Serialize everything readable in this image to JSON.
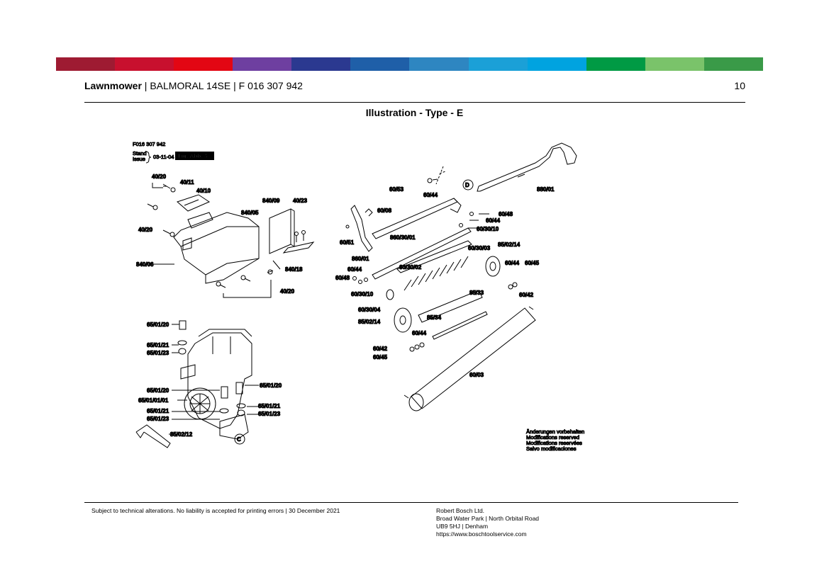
{
  "header": {
    "product": "Lawnmower",
    "model": "BALMORAL 14SE",
    "part_number": "F 016 307 942",
    "separator": " | ",
    "page": "10"
  },
  "subtitle": "Illustration - Type - E",
  "color_bar": [
    "#9e1b32",
    "#c8102e",
    "#e30613",
    "#6e3fa0",
    "#2b3990",
    "#1f5fa8",
    "#2e86c1",
    "#1ba0d7",
    "#00a3e0",
    "#009a44",
    "#7ac36a",
    "#3a9a48"
  ],
  "drawing": {
    "doc_number": "F016 307 942",
    "stand_label": "Stand",
    "issue_label": "Issue",
    "issue_date": "03-11-04",
    "fig_label": "Fig./Abb. 3",
    "callout_c": "C",
    "callout_d": "D",
    "labels": {
      "l_40_20_a": "40/20",
      "l_40_11": "40/11",
      "l_40_10": "40/10",
      "l_840_09": "840/09",
      "l_40_23": "40/23",
      "l_840_05": "840/05",
      "l_40_20_b": "40/20",
      "l_840_06": "840/06",
      "l_840_18": "840/18",
      "l_40_20_c": "40/20",
      "l_65_01_20_a": "65/01/20",
      "l_65_01_21_a": "65/01/21",
      "l_65_01_23_a": "65/01/23",
      "l_65_01_20_b": "65/01/20",
      "l_65_01_20_c": "65/01/20",
      "l_65_01_01_01": "65/01/01/01",
      "l_65_01_21_b": "65/01/21",
      "l_65_01_23_b": "65/01/23",
      "l_65_01_21_c": "65/01/21",
      "l_65_01_23_c": "65/01/23",
      "l_85_02_12": "85/02/12",
      "l_60_53": "60/53",
      "l_60_44_a": "60/44",
      "l_880_01": "880/01",
      "l_60_08": "60/08",
      "l_60_48_a": "60/48",
      "l_60_44_b": "60/44",
      "l_60_30_10_a": "60/30/10",
      "l_60_51": "60/51",
      "l_860_30_01": "860/30/01",
      "l_860_01": "860/01",
      "l_60_30_03": "60/30/03",
      "l_85_02_14_a": "85/02/14",
      "l_60_44_c": "60/44",
      "l_60_48_b": "60/48",
      "l_60_30_02": "60/30/02",
      "l_60_30_10_b": "60/30/10",
      "l_60_44_d": "60/44",
      "l_60_45_a": "60/45",
      "l_60_42_a": "60/42",
      "l_60_30_04": "60/30/04",
      "l_85_33": "85/33",
      "l_85_34": "85/34",
      "l_85_02_14_b": "85/02/14",
      "l_60_44_e": "60/44",
      "l_60_42_b": "60/42",
      "l_60_45_b": "60/45",
      "l_60_03": "60/03"
    },
    "modifications": [
      "Änderungen vorbehalten",
      "Modifications reserved",
      "Modifications reservées",
      "Salvo modificaciones"
    ]
  },
  "footer": {
    "disclaimer": "Subject to technical alterations. No liability is accepted for printing errors | 30 December 2021",
    "company": "Robert Bosch Ltd.",
    "address1": "Broad Water Park | North Orbital Road",
    "address2": "UB9 5HJ | Denham",
    "website": "https://www.boschtoolservice.com"
  }
}
